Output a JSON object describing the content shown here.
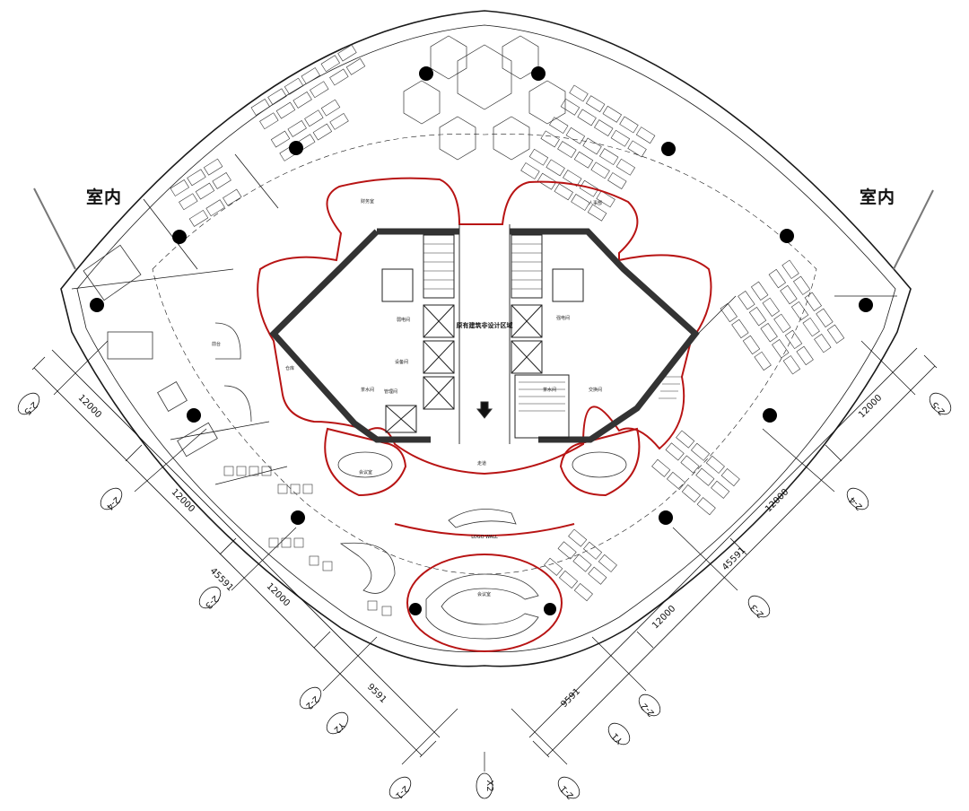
{
  "labels": {
    "indoor_left": "室内",
    "indoor_right": "室内",
    "core_center": "原有建筑非设计区域",
    "logo_wall": "LOGO WALL"
  },
  "dimensions": {
    "left_segments": [
      "12000",
      "12000",
      "12000",
      "9591"
    ],
    "left_total": "45591",
    "right_segments": [
      "12000",
      "12000",
      "12000",
      "9591"
    ],
    "right_total": "45591"
  },
  "axes": {
    "left": [
      "2-5",
      "2-4",
      "2-3",
      "2-2",
      "2-1"
    ],
    "left_y": "Y2",
    "bottom": "X2",
    "right": [
      "2-5",
      "2-4",
      "2-3",
      "2-2",
      "2-1"
    ],
    "right_y": "Y1"
  },
  "rooms": {
    "server_room": "弱电间",
    "equipment_room": "设备间",
    "water_room": "茶水间",
    "management_room": "管理间",
    "storage": "仓库",
    "strong_power": "强电间",
    "pantry": "茶水间",
    "exchange": "交换间",
    "meeting": "会议室",
    "reception": "前台",
    "hr": "人事部",
    "finance": "财务室",
    "big_meeting": "会议室",
    "corridor": "走道"
  },
  "colors": {
    "line": "#1a1a1a",
    "core_outline": "#b81414",
    "core_wall": "#333333",
    "column": "#000000",
    "background": "#ffffff"
  }
}
